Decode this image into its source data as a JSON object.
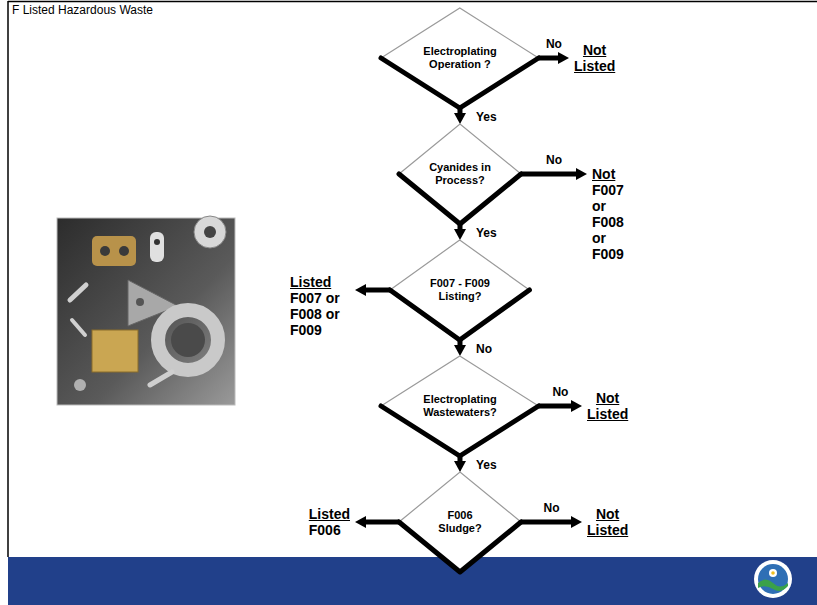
{
  "diagram": {
    "title": "F Listed Hazardous Waste",
    "nodes": [
      {
        "text": [
          "Electroplating Operation ?"
        ]
      },
      {
        "text": [
          "Not Listed"
        ]
      },
      {
        "text": [
          "Cyanides in Process?"
        ]
      },
      {
        "text": [
          "Not",
          "F007 or F008 or F009"
        ]
      },
      {
        "text": [
          "Listed",
          "F007 or F008 or F009"
        ]
      },
      {
        "text": [
          "F007 - F009 Listing?"
        ]
      },
      {
        "text": [
          "Electroplating Wastewaters?"
        ]
      },
      {
        "text": [
          "Not Listed"
        ]
      },
      {
        "text": [
          "Listed",
          "F006"
        ]
      },
      {
        "text": [
          "F006 Sludge?"
        ]
      },
      {
        "text": [
          "Not Listed"
        ]
      }
    ],
    "edges": [
      {
        "from": 0,
        "to": 1,
        "label": "No",
        "arrow": "to"
      },
      {
        "from": 0,
        "to": 2,
        "label": "Yes",
        "arrow": "to"
      },
      {
        "from": 2,
        "to": 3,
        "label": "No",
        "arrow": "to"
      },
      {
        "from": 2,
        "to": 5,
        "label": "Yes",
        "arrow": "to"
      },
      {
        "from": 5,
        "to": 4,
        "arrow": "to"
      },
      {
        "from": 5,
        "to": 6,
        "label": "No",
        "arrow": "to"
      },
      {
        "from": 6,
        "to": 7,
        "label": "No",
        "arrow": "to"
      },
      {
        "from": 6,
        "to": 9,
        "label": "Yes",
        "arrow": "to"
      },
      {
        "from": 9,
        "to": 8,
        "arrow": "to"
      },
      {
        "from": 9,
        "to": 10,
        "label": "No",
        "arrow": "to"
      }
    ]
  }
}
